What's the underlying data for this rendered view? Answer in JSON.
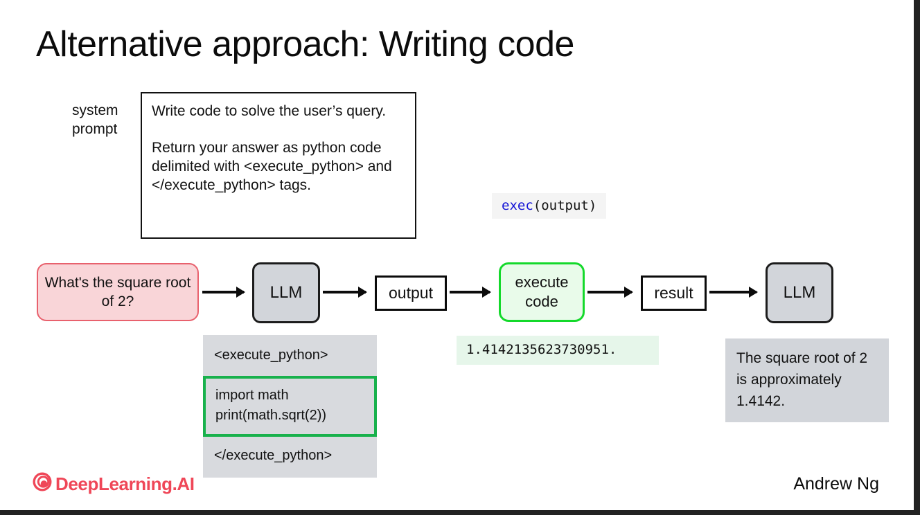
{
  "slide": {
    "title": "Alternative approach: Writing code"
  },
  "system_prompt": {
    "label": "system prompt",
    "label_line1": "system",
    "label_line2": "prompt",
    "paragraph1": "Write code to solve the user’s query.",
    "paragraph2": "Return your answer as python code delimited with <execute_python> and </execute_python> tags."
  },
  "exec_chip": {
    "function": "exec",
    "argument": "(output)",
    "full": "exec(output)"
  },
  "pipeline": {
    "question": "What's the square root of 2?",
    "llm_1": "LLM",
    "output": "output",
    "execute_code": "execute code",
    "execute_code_line1": "execute",
    "execute_code_line2": "code",
    "result": "result",
    "llm_2": "LLM"
  },
  "code_panel": {
    "open_tag": "<execute_python>",
    "code_line1": "import math",
    "code_line2": "print(math.sqrt(2))",
    "close_tag": "</execute_python>"
  },
  "stdout": {
    "value": "1.4142135623730951."
  },
  "final_answer": {
    "text": "The square root of 2 is approximately 1.4142."
  },
  "footer": {
    "brand": "DeepLearning.AI",
    "author": "Andrew Ng"
  },
  "colors": {
    "question_fill": "#f9d5d8",
    "question_border": "#e8616d",
    "llm_fill": "#d2d5da",
    "llm_border": "#1c1c1c",
    "execute_fill": "#e9fbea",
    "execute_border": "#14d92b",
    "code_panel_fill": "#d8dade",
    "code_inner_border": "#18b14c",
    "stdout_fill": "#e6f6ea",
    "exec_chip_fill": "#f4f4f4",
    "exec_fn_color": "#1414d6",
    "brand": "#ef4758",
    "frame": "#222222"
  }
}
